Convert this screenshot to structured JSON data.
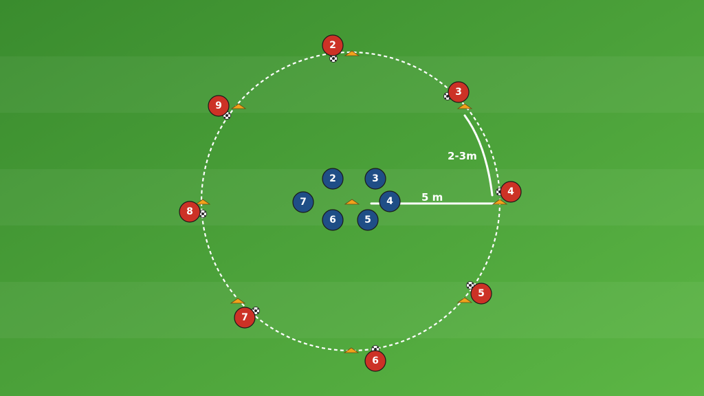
{
  "colors": {
    "pitch_dark": "#3f9132",
    "pitch_light": "#4ea23c",
    "red_player": "#cc3226",
    "blue_player": "#1f4e86",
    "cone": "#f2a21b",
    "line": "#ffffff"
  },
  "outer_players": [
    {
      "label": "2"
    },
    {
      "label": "3"
    },
    {
      "label": "4"
    },
    {
      "label": "5"
    },
    {
      "label": "6"
    },
    {
      "label": "7"
    },
    {
      "label": "8"
    },
    {
      "label": "9"
    }
  ],
  "inner_players": [
    {
      "label": "2"
    },
    {
      "label": "3"
    },
    {
      "label": "7"
    },
    {
      "label": "4"
    },
    {
      "label": "6"
    },
    {
      "label": "5"
    }
  ],
  "labels": {
    "radius": "5 m",
    "gap": "2-3m"
  },
  "icons": {
    "ball": "soccer-ball-icon",
    "cone": "cone-icon"
  }
}
